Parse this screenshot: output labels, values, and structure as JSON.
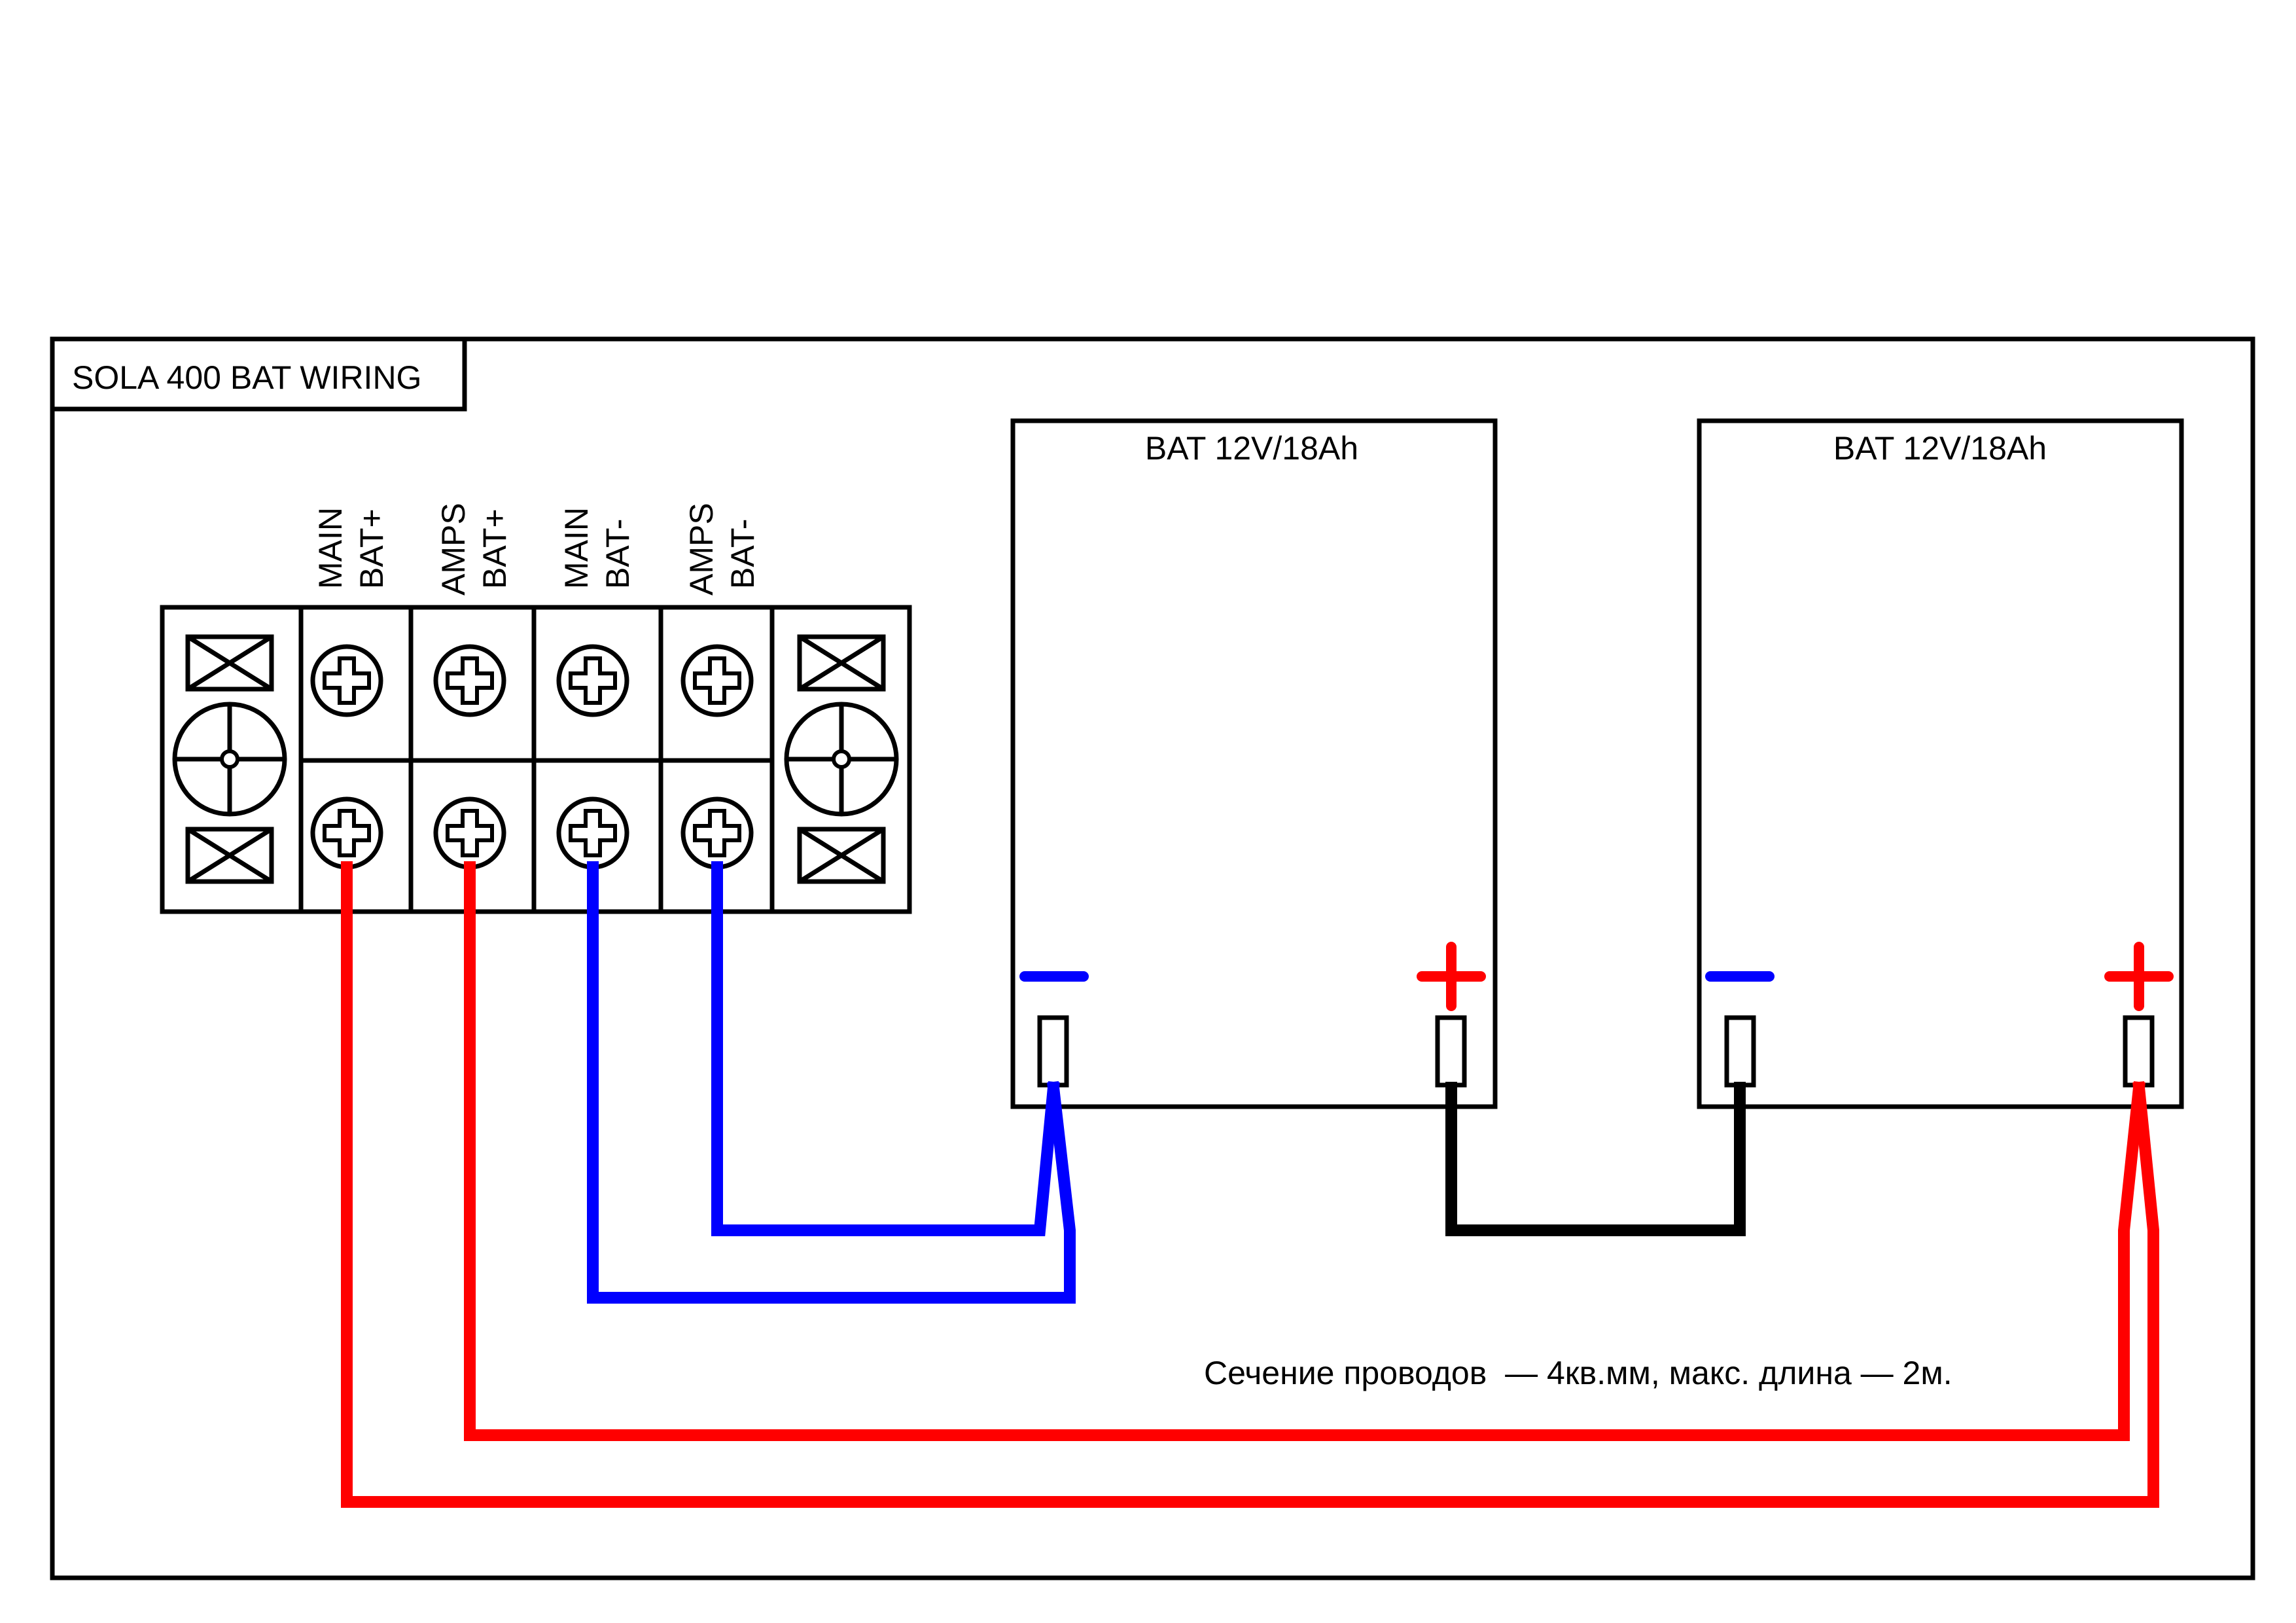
{
  "title": "SOLA 400 BAT WIRING",
  "terminal_block": {
    "terminals": [
      {
        "line1": "MAIN",
        "line2": "BAT+",
        "wire_color": "#ff0000"
      },
      {
        "line1": "AMPS",
        "line2": "BAT+",
        "wire_color": "#ff0000"
      },
      {
        "line1": "MAIN",
        "line2": "BAT-",
        "wire_color": "#0000ff"
      },
      {
        "line1": "AMPS",
        "line2": "BAT-",
        "wire_color": "#0000ff"
      }
    ]
  },
  "batteries": [
    {
      "label": "BAT 12V/18Ah",
      "neg_color": "#0000ff",
      "pos_color": "#ff0000"
    },
    {
      "label": "BAT 12V/18Ah",
      "neg_color": "#0000ff",
      "pos_color": "#ff0000"
    }
  ],
  "note": "Сечение проводов  — 4кв.мм, макс. длина — 2м.",
  "colors": {
    "positive": "#ff0000",
    "negative": "#0000ff",
    "link": "#000000"
  }
}
